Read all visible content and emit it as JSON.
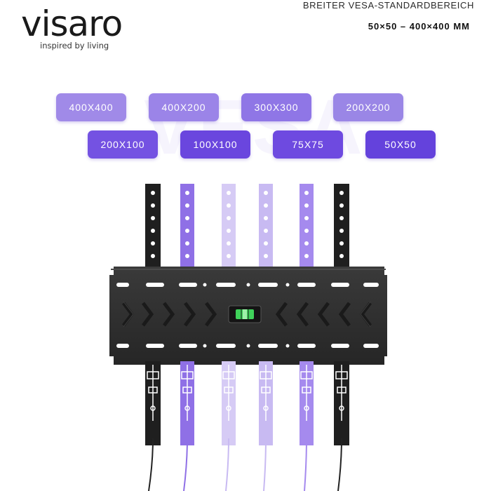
{
  "brand": {
    "name": "visaro",
    "tagline": "inspired by living"
  },
  "heading": {
    "line1": "BREITER VESA-STANDARDBEREICH",
    "line2": "50×50 – 400×400 MM"
  },
  "watermark": "VESA",
  "sizes": [
    {
      "label": "400X400",
      "color": "#a08ae8"
    },
    {
      "label": "400X200",
      "color": "#9b84e8"
    },
    {
      "label": "300X300",
      "color": "#8f76e6"
    },
    {
      "label": "200X200",
      "color": "#9a86e6"
    },
    {
      "label": "200X100",
      "color": "#7452e2"
    },
    {
      "label": "100X100",
      "color": "#6a46de"
    },
    {
      "label": "75X75",
      "color": "#6e4ae0"
    },
    {
      "label": "50X50",
      "color": "#6442dc"
    }
  ],
  "colors": {
    "plate": "#2e2e2e",
    "arm_dark": "#1f1f1f",
    "arm_purple_1": "#8f70e6",
    "arm_purple_2": "#c8baf2",
    "arm_purple_3": "#d6cbf5",
    "level_green": "#3fd25a"
  },
  "icons": [
    "bubble-level-icon",
    "chevron-icon"
  ]
}
